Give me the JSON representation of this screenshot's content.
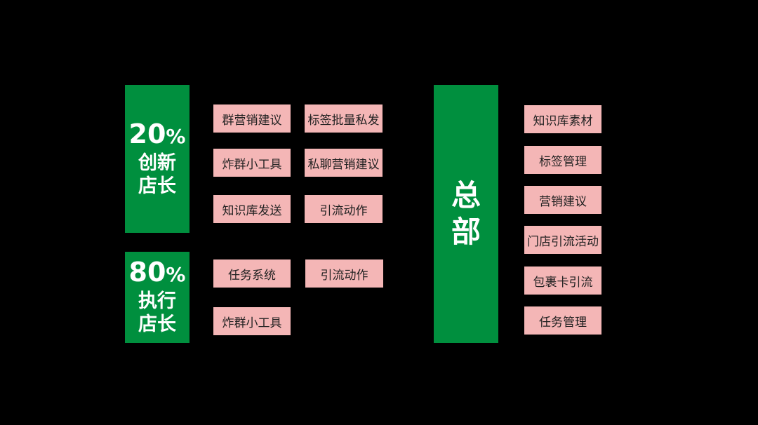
{
  "colors": {
    "background": "#000000",
    "block": "#008f3e",
    "pill": "#f4b6b6",
    "pill_text": "#222222",
    "block_text": "#ffffff"
  },
  "block_innovative": {
    "percent": "20",
    "symbol": "%",
    "role": "创新店长"
  },
  "block_execution": {
    "percent": "80",
    "symbol": "%",
    "role": "执行店长"
  },
  "block_hq": {
    "label": "总部"
  },
  "innovative_items": [
    "群营销建议",
    "标签批量私发",
    "炸群小工具",
    "私聊营销建议",
    "知识库发送",
    "引流动作"
  ],
  "execution_items": [
    "任务系统",
    "引流动作",
    "炸群小工具"
  ],
  "hq_items": [
    "知识库素材",
    "标签管理",
    "营销建议",
    "门店引流活动",
    "包裹卡引流",
    "任务管理"
  ]
}
